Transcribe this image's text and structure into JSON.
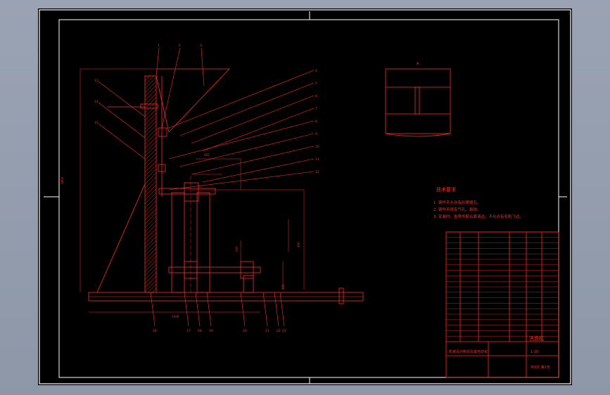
{
  "drawing": {
    "tech_requirements": {
      "title": "技术要求",
      "lines": [
        "1. 铸件不允许有砂眼缩孔。",
        "2. 铸件不得有气孔、裂纹。",
        "3. 安装时，各零件配合面清洁，不允许有毛刺飞边。"
      ]
    },
    "callouts_top": [
      "1",
      "2",
      "3"
    ],
    "callouts_right": [
      "4",
      "5",
      "6",
      "7",
      "8",
      "9",
      "10",
      "11",
      "12"
    ],
    "callouts_left": [
      "13",
      "14",
      "15"
    ],
    "callouts_bottom": [
      "16",
      "17",
      "18",
      "19",
      "20",
      "21",
      "22",
      "23"
    ],
    "dimension_labels": [
      "1800",
      "1200",
      "650",
      "400",
      "300",
      "200"
    ],
    "detail_label": "A",
    "title_block": {
      "drawing_name": "洗盘机",
      "company": "机械设计制造及其自动化",
      "scale": "1:10",
      "sheet": "共1张 第1张"
    }
  },
  "colors": {
    "line": "#ff2a2a",
    "background": "#000000",
    "frame": "#ffffff"
  }
}
